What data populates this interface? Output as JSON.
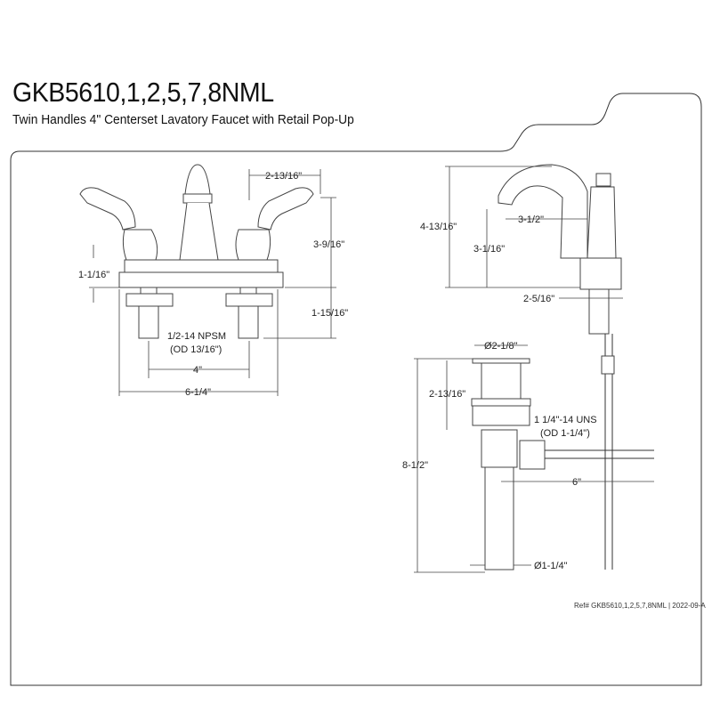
{
  "title": "GKB5610,1,2,5,7,8NML",
  "subtitle": "Twin Handles 4\" Centerset Lavatory Faucet with Retail Pop-Up",
  "front_view": {
    "dim_handle_spread": "2-13/16\"",
    "dim_height": "3-9/16\"",
    "dim_base": "1-1/16\"",
    "dim_shank_length": "1-15/16\"",
    "thread_line1": "1/2-14 NPSM",
    "thread_line2": "(OD 13/16\")",
    "dim_center": "4\"",
    "dim_width": "6-1/4\""
  },
  "side_view": {
    "dim_total_height": "4-13/16\"",
    "dim_reach": "3-1/2\"",
    "dim_spout_height": "3-1/16\"",
    "dim_base_depth": "2-5/16\""
  },
  "drain_view": {
    "dim_flange_dia": "Ø2-1/8\"",
    "dim_body_height": "2-13/16\"",
    "thread_line1": "1 1/4\"-14 UNS",
    "thread_line2": "(OD 1-1/4\")",
    "dim_total": "8-1/2\"",
    "dim_rod": "6\"",
    "dim_tail_dia": "Ø1-1/4\""
  },
  "footer_ref": "Ref# GKB5610,1,2,5,7,8NML | 2022-09-A"
}
